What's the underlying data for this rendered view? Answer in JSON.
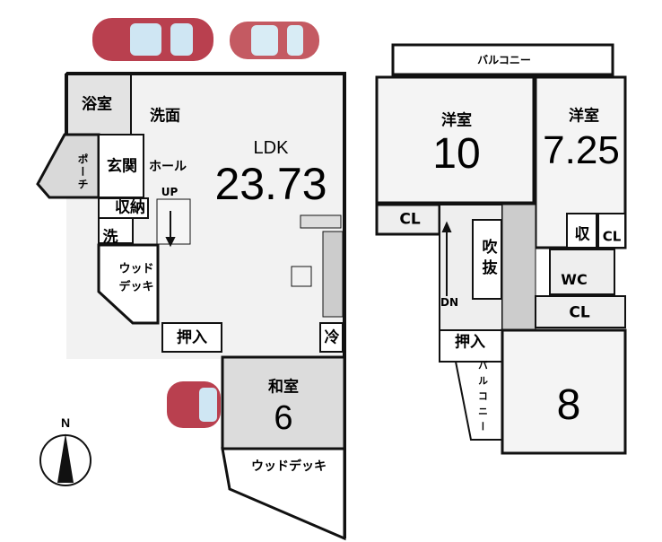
{
  "floor1": {
    "rooms": {
      "bath": "浴室",
      "washroom": "洗面",
      "porch": "ポーチ",
      "entrance": "玄関",
      "hall": "ホール",
      "storage": "収納",
      "laundry": "洗",
      "wood_deck_left": "ウッドデッキ",
      "ldk_label": "LDK",
      "ldk_size": "23.73",
      "closet": "押入",
      "fridge": "冷",
      "japanese_room_label": "和室",
      "japanese_room_size": "6",
      "wood_deck_bottom": "ウッドデッキ"
    },
    "stairs_label": "UP"
  },
  "floor2": {
    "balcony_top": "バルコニー",
    "western_room_1_label": "洋室",
    "western_room_1_size": "10",
    "western_room_2_label": "洋室",
    "western_room_2_size": "7.25",
    "cl_1": "CL",
    "stairwell": "吹抜",
    "storage": "収",
    "cl_2": "CL",
    "wc": "WC",
    "cl_3": "CL",
    "closet": "押入",
    "balcony_side": "バルコニー",
    "room_3_size": "8",
    "stairs_label": "DN"
  },
  "compass": {
    "north": "N"
  },
  "colors": {
    "wall": "#111111",
    "floor_gray": "#d9d9d9",
    "car": "#b9404f"
  }
}
